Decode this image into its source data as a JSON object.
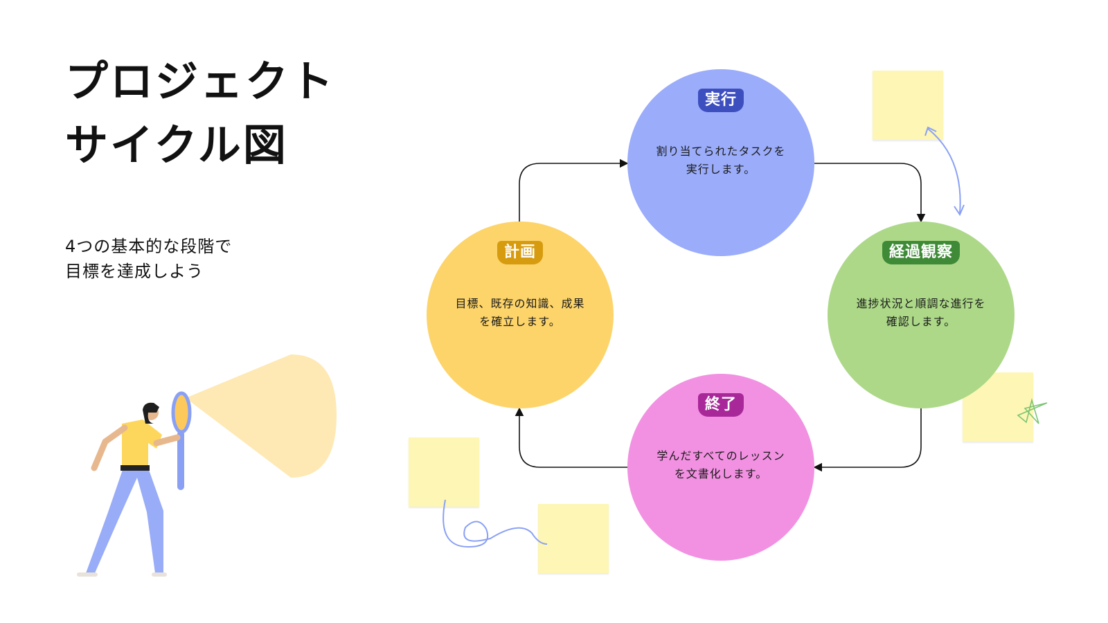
{
  "title": {
    "line1": "プロジェクト",
    "line2": "サイクル図"
  },
  "subtitle": {
    "line1": "4つの基本的な段階で",
    "line2": "目標を達成しよう"
  },
  "stages": [
    {
      "label": "実行",
      "desc_line1": "割り当てられたタスクを",
      "desc_line2": "実行します。",
      "color": "#9aacfa",
      "label_color": "#3d4fbf"
    },
    {
      "label": "経過観察",
      "desc_line1": "進捗状況と順調な進行を",
      "desc_line2": "確認します。",
      "color": "#acd888",
      "label_color": "#3e8a36"
    },
    {
      "label": "終了",
      "desc_line1": "学んだすべてのレッスン",
      "desc_line2": "を文書化します。",
      "color": "#f291e2",
      "label_color": "#a8289a"
    },
    {
      "label": "計画",
      "desc_line1": "目標、既存の知識、成果",
      "desc_line2": "を確立します。",
      "color": "#fdd46a",
      "label_color": "#d79b10"
    }
  ]
}
